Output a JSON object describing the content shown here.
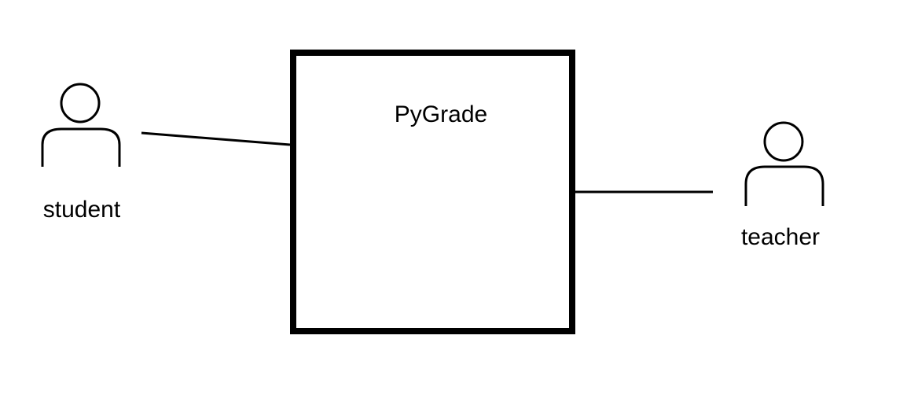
{
  "diagram": {
    "type": "use-case",
    "system": {
      "title": "PyGrade"
    },
    "actors": [
      {
        "id": "student",
        "label": "student",
        "icon": "person-icon"
      },
      {
        "id": "teacher",
        "label": "teacher",
        "icon": "person-icon"
      }
    ],
    "associations": [
      {
        "from": "student",
        "to": "PyGrade"
      },
      {
        "from": "teacher",
        "to": "PyGrade"
      }
    ],
    "colors": {
      "stroke": "#000000",
      "background": "#ffffff"
    }
  }
}
